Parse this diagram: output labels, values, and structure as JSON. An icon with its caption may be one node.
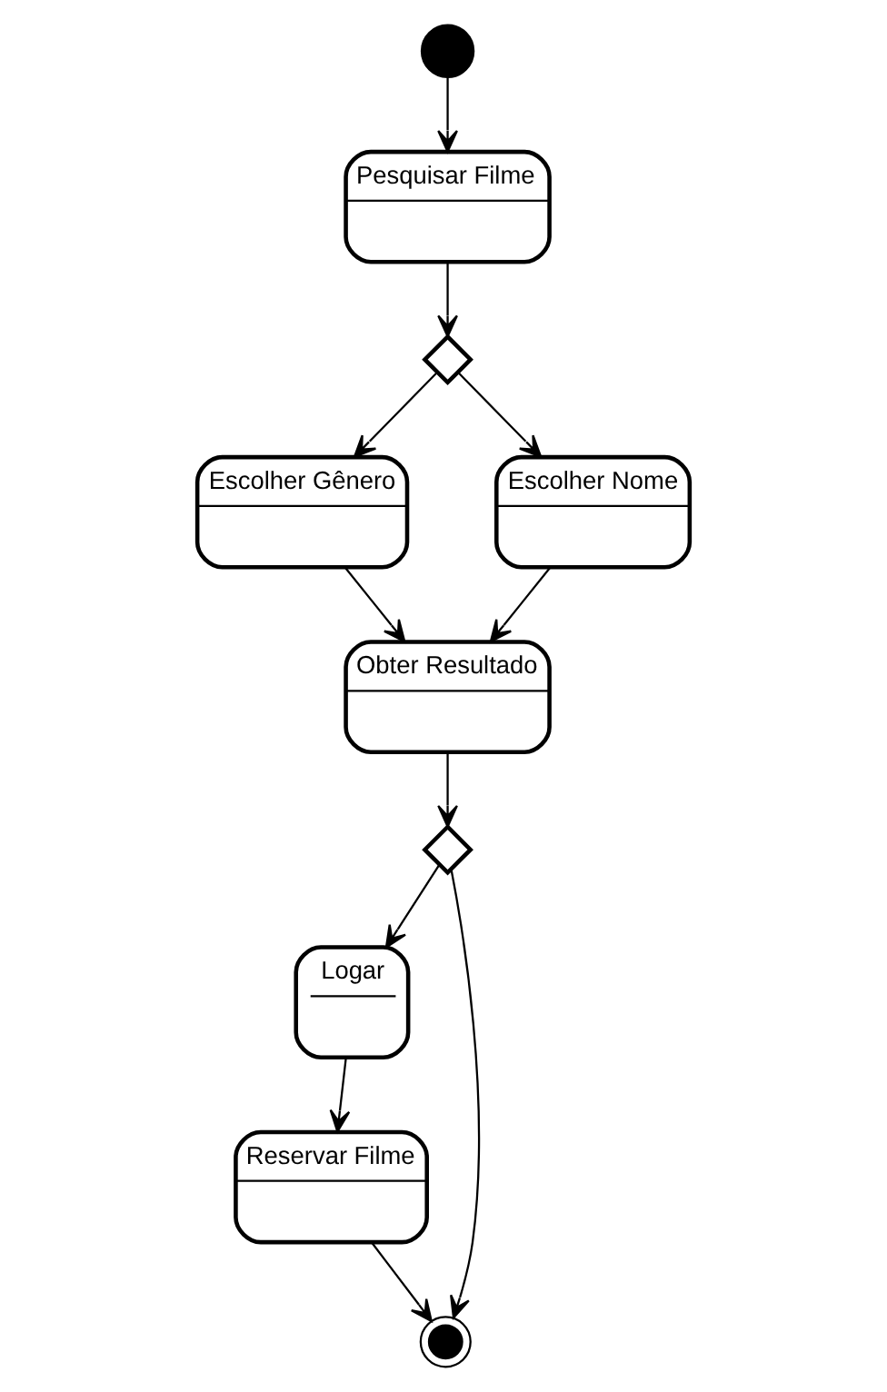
{
  "diagram": {
    "nodes": [
      {
        "text": [],
        "shape": "circle"
      },
      {
        "text": [
          "Pesquisar Filme"
        ]
      },
      {
        "text": [],
        "shape": "diamond"
      },
      {
        "text": [
          "Escolher Gênero"
        ]
      },
      {
        "text": [
          "Escolher Nome"
        ]
      },
      {
        "text": [
          "Obter Resultado"
        ]
      },
      {
        "text": [],
        "shape": "diamond"
      },
      {
        "text": [
          "Logar"
        ]
      },
      {
        "text": [],
        "shape": "bullseye"
      },
      {
        "text": [
          "Reservar Filme"
        ]
      }
    ],
    "edges": [
      {
        "from": 0,
        "to": 1,
        "arrow": "to"
      },
      {
        "from": 1,
        "to": 2,
        "arrow": "to"
      },
      {
        "from": 2,
        "to": 3,
        "arrow": "to"
      },
      {
        "from": 2,
        "to": 4,
        "arrow": "to"
      },
      {
        "from": 3,
        "to": 5,
        "arrow": "to"
      },
      {
        "from": 4,
        "to": 5,
        "arrow": "to"
      },
      {
        "from": 5,
        "to": 6,
        "arrow": "to"
      },
      {
        "from": 6,
        "to": 7,
        "arrow": "to"
      },
      {
        "from": 6,
        "to": 8,
        "arrow": "to"
      },
      {
        "from": 7,
        "to": 9,
        "arrow": "to"
      },
      {
        "from": 9,
        "to": 8,
        "arrow": "to"
      }
    ]
  }
}
